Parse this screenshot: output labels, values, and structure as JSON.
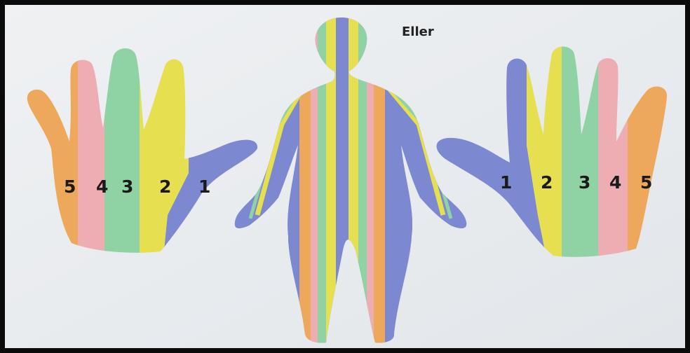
{
  "title": "Eller",
  "colors": {
    "background": "#e9ecef",
    "frame": "#0b0b0b",
    "zones": {
      "1": "#7c88d0",
      "2": "#e6df4f",
      "3": "#8fd3a4",
      "4": "#eeadb2",
      "5": "#eda85b"
    }
  },
  "left_hand": {
    "labels": [
      "5",
      "4",
      "3",
      "2",
      "1"
    ],
    "finger_order": [
      "5",
      "4",
      "3",
      "2",
      "1"
    ]
  },
  "right_hand": {
    "labels": [
      "1",
      "2",
      "3",
      "4",
      "5"
    ],
    "finger_order": [
      "1",
      "2",
      "3",
      "4",
      "5"
    ]
  },
  "body_figure": {
    "zone_colors": [
      "1",
      "2",
      "3",
      "4",
      "5"
    ]
  }
}
